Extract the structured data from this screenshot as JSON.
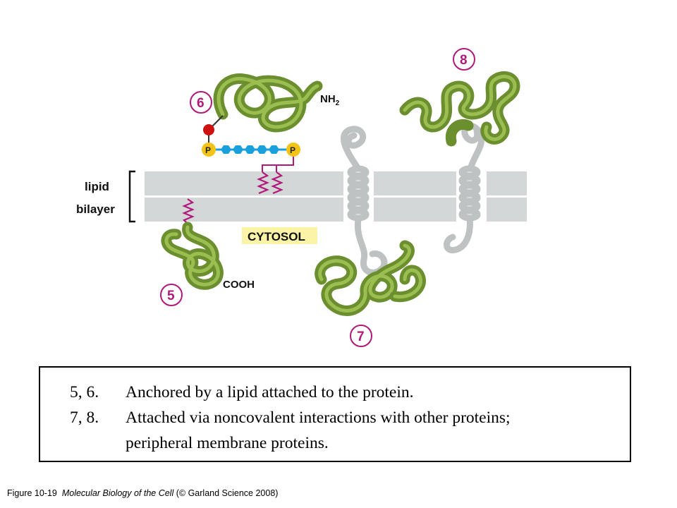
{
  "diagram": {
    "lipid_bilayer_label": [
      "lipid",
      "bilayer"
    ],
    "cytosol_label": "CYTOSOL",
    "nh2_label": "NH",
    "nh2_subscript": "2",
    "cooh_label": "COOH",
    "phosphate_label": "P",
    "markers": [
      "5",
      "6",
      "7",
      "8"
    ],
    "colors": {
      "protein": "#7fa33a",
      "protein_highlight": "#a9c95a",
      "helix": "#c9cccc",
      "membrane": "#d4d7d7",
      "lipid_chain": "#b0197a",
      "marker": "#b0197a",
      "cytosol_bg": "#fbf3a6",
      "sugar": "#1aa0dc",
      "phosphate": "#f2c418",
      "red_dot": "#cc1111"
    }
  },
  "caption": {
    "lines": [
      {
        "num": "5, 6.",
        "text": "Anchored by a lipid attached to the protein."
      },
      {
        "num": "7, 8.",
        "text": "Attached via noncovalent interactions with other proteins;"
      },
      {
        "num": "",
        "text": "peripheral membrane proteins."
      }
    ]
  },
  "credit": {
    "figure": "Figure 10-19",
    "book": "Molecular Biology of the Cell",
    "rights": "(© Garland Science 2008)"
  }
}
